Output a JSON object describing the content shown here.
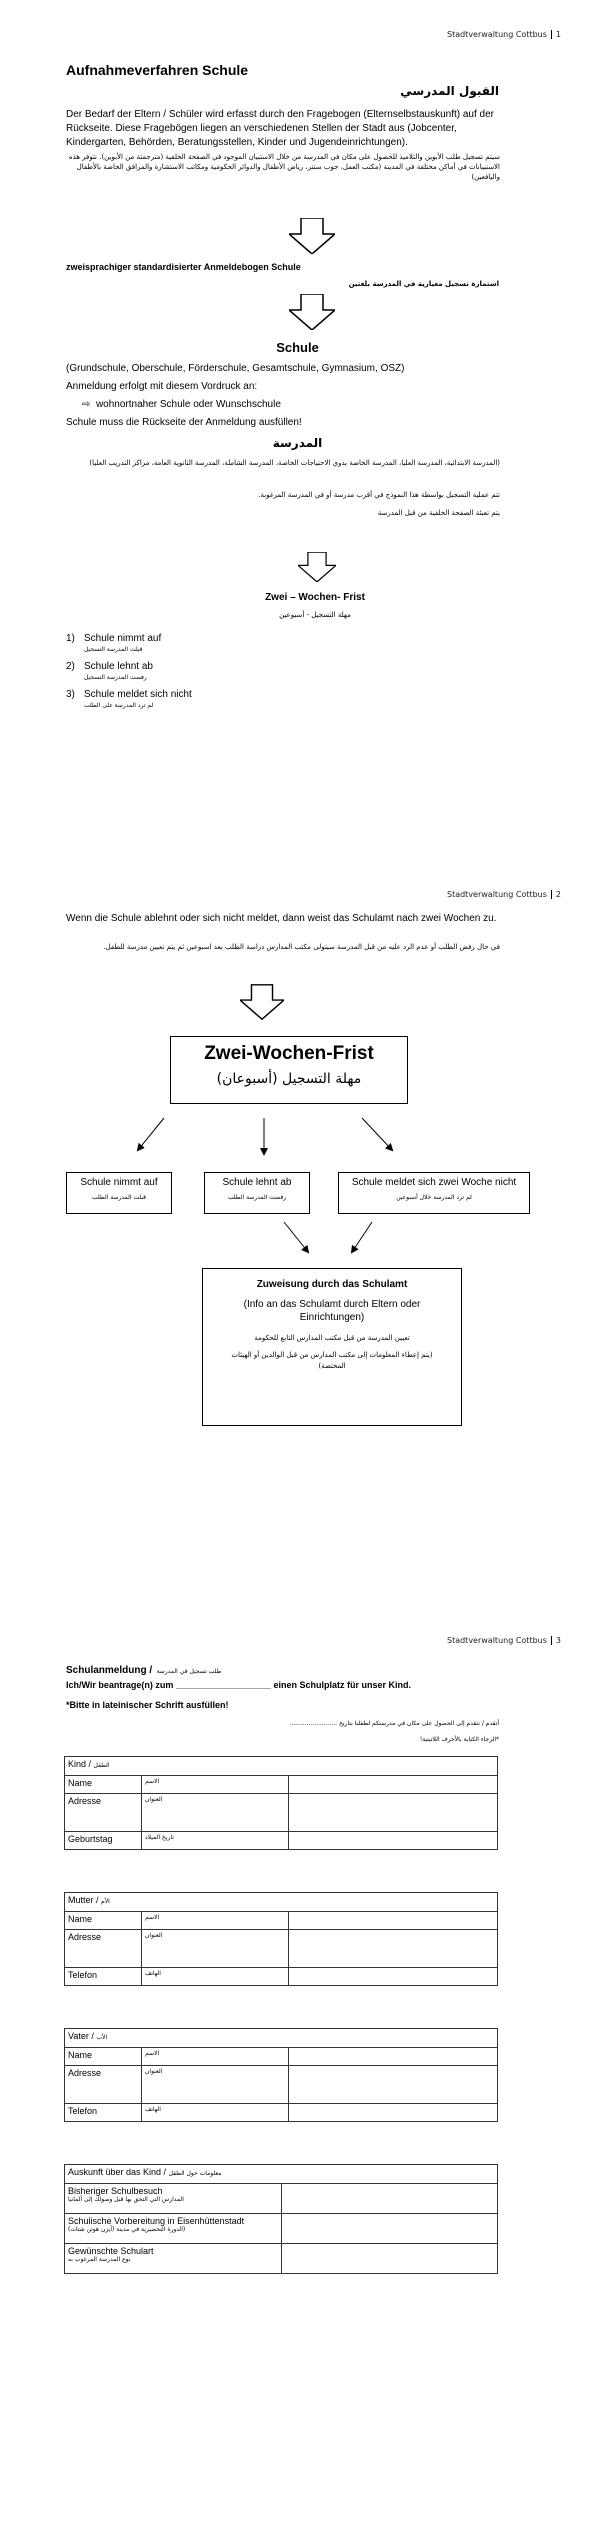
{
  "pages": [
    {
      "header": "Stadtverwaltung Cottbus",
      "number": "1"
    },
    {
      "header": "Stadtverwaltung Cottbus",
      "number": "2"
    },
    {
      "header": "Stadtverwaltung Cottbus",
      "number": "3"
    }
  ],
  "p1": {
    "title": "Aufnahmeverfahren Schule",
    "title_ar": "القبول المدرسي",
    "intro_de": "Der Bedarf der Eltern / Schüler wird erfasst durch den Fragebogen (Elternselbstauskunft) auf der Rückseite. Diese Fragebögen liegen an verschiedenen Stellen der Stadt aus (Jobcenter, Kindergarten, Behörden, Beratungsstellen, Kinder und Jugendeinrichtungen).",
    "intro_ar": "سيتم تسجيل طلب الأبوين والتلاميذ للحصول على مكان في المدرسة من خلال الاستبيان الموجود في الصفحة الخلفية (مترجمتة من الأبوين). تتوفر هذه الاستبيانات في أماكن مختلفة في المدينة (مكتب العمل، جوب سنتر، رياض الأطفال والدوائر الحكومية ومكاتب الاستشارة والمرافق الخاصة بالأطفال واليافعين)",
    "form_de": "zweisprachiger standardisierter Anmeldebogen Schule",
    "form_ar": "استمارة تسجيل معيارية في المدرسة بلغتين",
    "schule": "Schule",
    "schultypen": "(Grundschule, Oberschule, Förderschule, Gesamtschule, Gymnasium, OSZ)",
    "anmeldung": "Anmeldung erfolgt mit diesem Vordruck an:",
    "bullet_arrow": "⇨",
    "bullet": "wohnortnaher Schule oder Wunschschule",
    "rueckseite": "Schule muss die Rückseite der Anmeldung ausfüllen!",
    "madrasa": "المدرسة",
    "ar_line1": "(المدرسة الابتدائية، المدرسة العليا، المدرسة الخاصة بذوي الاحتياجات الخاصة، المدرسة الشاملة، المدرسة الثانوية العامة، مراكز التدريب العليا)",
    "ar_line2": "تتم عملية التسجيل بواسطة هذا النموذج في أقرب مدرسة أو في المدرسة المرغوبة.",
    "ar_line3": "يتم تعبئة الصفحة الخلفية من قبل المدرسة",
    "frist": "Zwei – Wochen- Frist",
    "frist_ar": "مهلة التسجيل - أسبوعين",
    "list": [
      {
        "n": "1)",
        "de": "Schule nimmt auf",
        "ar": "قبلت المدرسة التسجيل"
      },
      {
        "n": "2)",
        "de": "Schule lehnt ab",
        "ar": "رفضت المدرسة التسجيل"
      },
      {
        "n": "3)",
        "de": "Schule meldet sich nicht",
        "ar": "لم ترد المدرسة على الطلب"
      }
    ]
  },
  "p2": {
    "intro_de": "Wenn die Schule ablehnt oder sich nicht meldet, dann weist das Schulamt nach zwei Wochen zu.",
    "intro_ar": "في حال رفض الطلب أو عدم الرد عليه من قبل المدرسة سيتولى مكتب المدارس دراسة الطلب بعد اسبوعين ثم يتم تعيين مدرسة للطفل.",
    "frist": "Zwei-Wochen-Frist",
    "frist_ar": "مهلة التسجيل (أسبوعان)",
    "boxes": [
      {
        "de": "Schule nimmt auf",
        "ar": "قبلت المدرسة الطلب"
      },
      {
        "de": "Schule lehnt ab",
        "ar": "رفضت المدرسة الطلب"
      },
      {
        "de": "Schule meldet sich zwei Woche nicht",
        "ar": "لم ترد المدرسة خلال أسبوعين"
      }
    ],
    "zuweisung_title": "Zuweisung durch das Schulamt",
    "zuweisung_de": "(Info an das Schulamt durch Eltern oder Einrichtungen)",
    "zuweisung_ar1": "تعيين المدرسة من قبل مكتب المدارس التابع للحكومة",
    "zuweisung_ar2": "(يتم إعطاء المعلومات إلى مكتب المدارس من قبل الوالدين أو الهيئات المختصة)"
  },
  "p3": {
    "title": "Schulanmeldung /",
    "title_ar": "طلب تسجيل في المدرسة",
    "request": "Ich/Wir beantrage(n) zum ___________________ einen Schulplatz für unser Kind.",
    "latin": "*Bitte in lateinischer Schrift ausfüllen!",
    "request_ar": "أتقدم / نتقدم إلى الحصول على مكان في مدرستكم لطفلنا بتاريخ .........................",
    "latin_ar": "*الرجاء الكتابة بالأحرف اللاتينية!",
    "kind": {
      "head": "Kind /",
      "head_ar": "الطفل",
      "rows": [
        {
          "de": "Name",
          "ar": "الاسم"
        },
        {
          "de": "Adresse",
          "ar": "العنوان"
        },
        {
          "de": "Geburtstag",
          "ar": "تاريخ الميلاد"
        }
      ]
    },
    "mutter": {
      "head": "Mutter /",
      "head_ar": "الأم",
      "rows": [
        {
          "de": "Name",
          "ar": "الاسم"
        },
        {
          "de": "Adresse",
          "ar": "العنوان"
        },
        {
          "de": "Telefon",
          "ar": "الهاتف"
        }
      ]
    },
    "vater": {
      "head": "Vater /",
      "head_ar": "الأب",
      "rows": [
        {
          "de": "Name",
          "ar": "الاسم"
        },
        {
          "de": "Adresse",
          "ar": "العنوان"
        },
        {
          "de": "Telefon",
          "ar": "الهاتف"
        }
      ]
    },
    "auskunft": {
      "head": "Auskunft über das Kind /",
      "head_ar": "معلومات حول الطفل",
      "rows": [
        {
          "de": "Bisheriger Schulbesuch",
          "ar": "المدارس التي التحق بها قبل وصولك إلى ألمانيا"
        },
        {
          "de": "Schulische Vorbereitung in Eisenhüttenstadt",
          "ar": "(الدورة التحضيرية في مدينة (آيزن هوتن شتات)"
        },
        {
          "de": "Gewünschte Schulart",
          "ar": "نوع المدرسة المرغوب به"
        }
      ]
    }
  }
}
